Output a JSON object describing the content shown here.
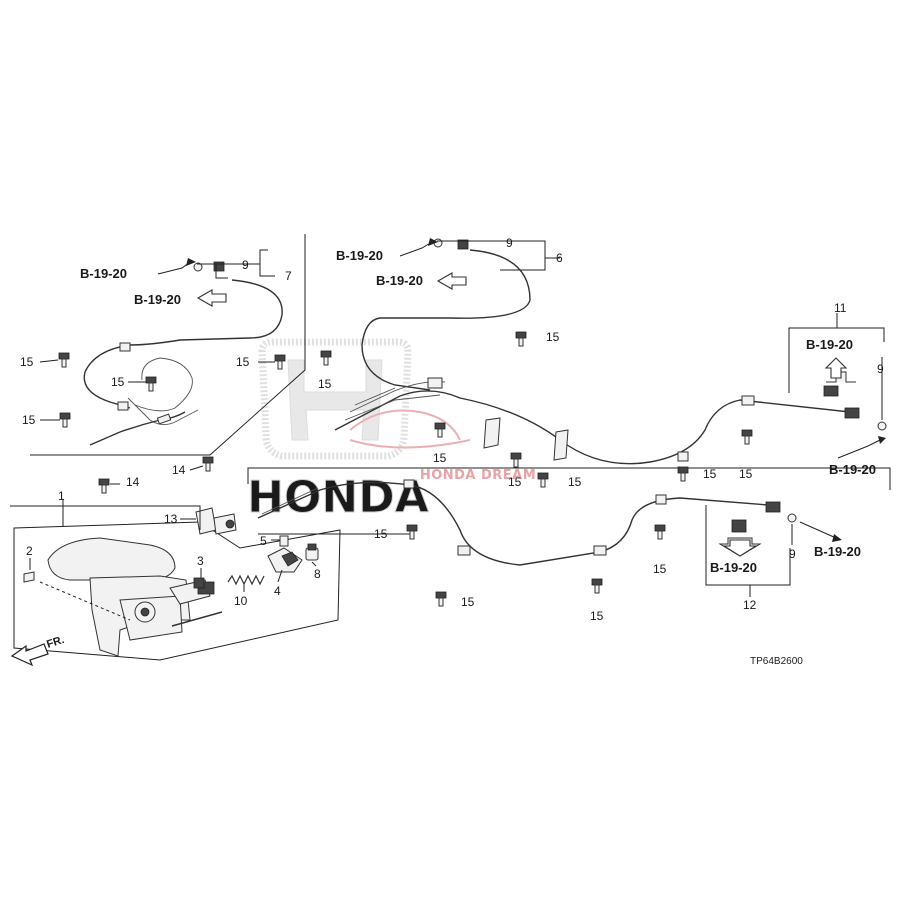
{
  "diagram_code": "TP64B2600",
  "direction_label": "FR.",
  "watermark": {
    "brand": "HONDA",
    "dealer": "HONDA DREAM"
  },
  "refs": {
    "b1920": "B-19-20"
  },
  "callouts": {
    "c1": "1",
    "c2": "2",
    "c3": "3",
    "c4": "4",
    "c5": "5",
    "c6": "6",
    "c7": "7",
    "c8": "8",
    "c9": "9",
    "c10": "10",
    "c11": "11",
    "c12": "12",
    "c13": "13",
    "c14": "14",
    "c15": "15"
  }
}
